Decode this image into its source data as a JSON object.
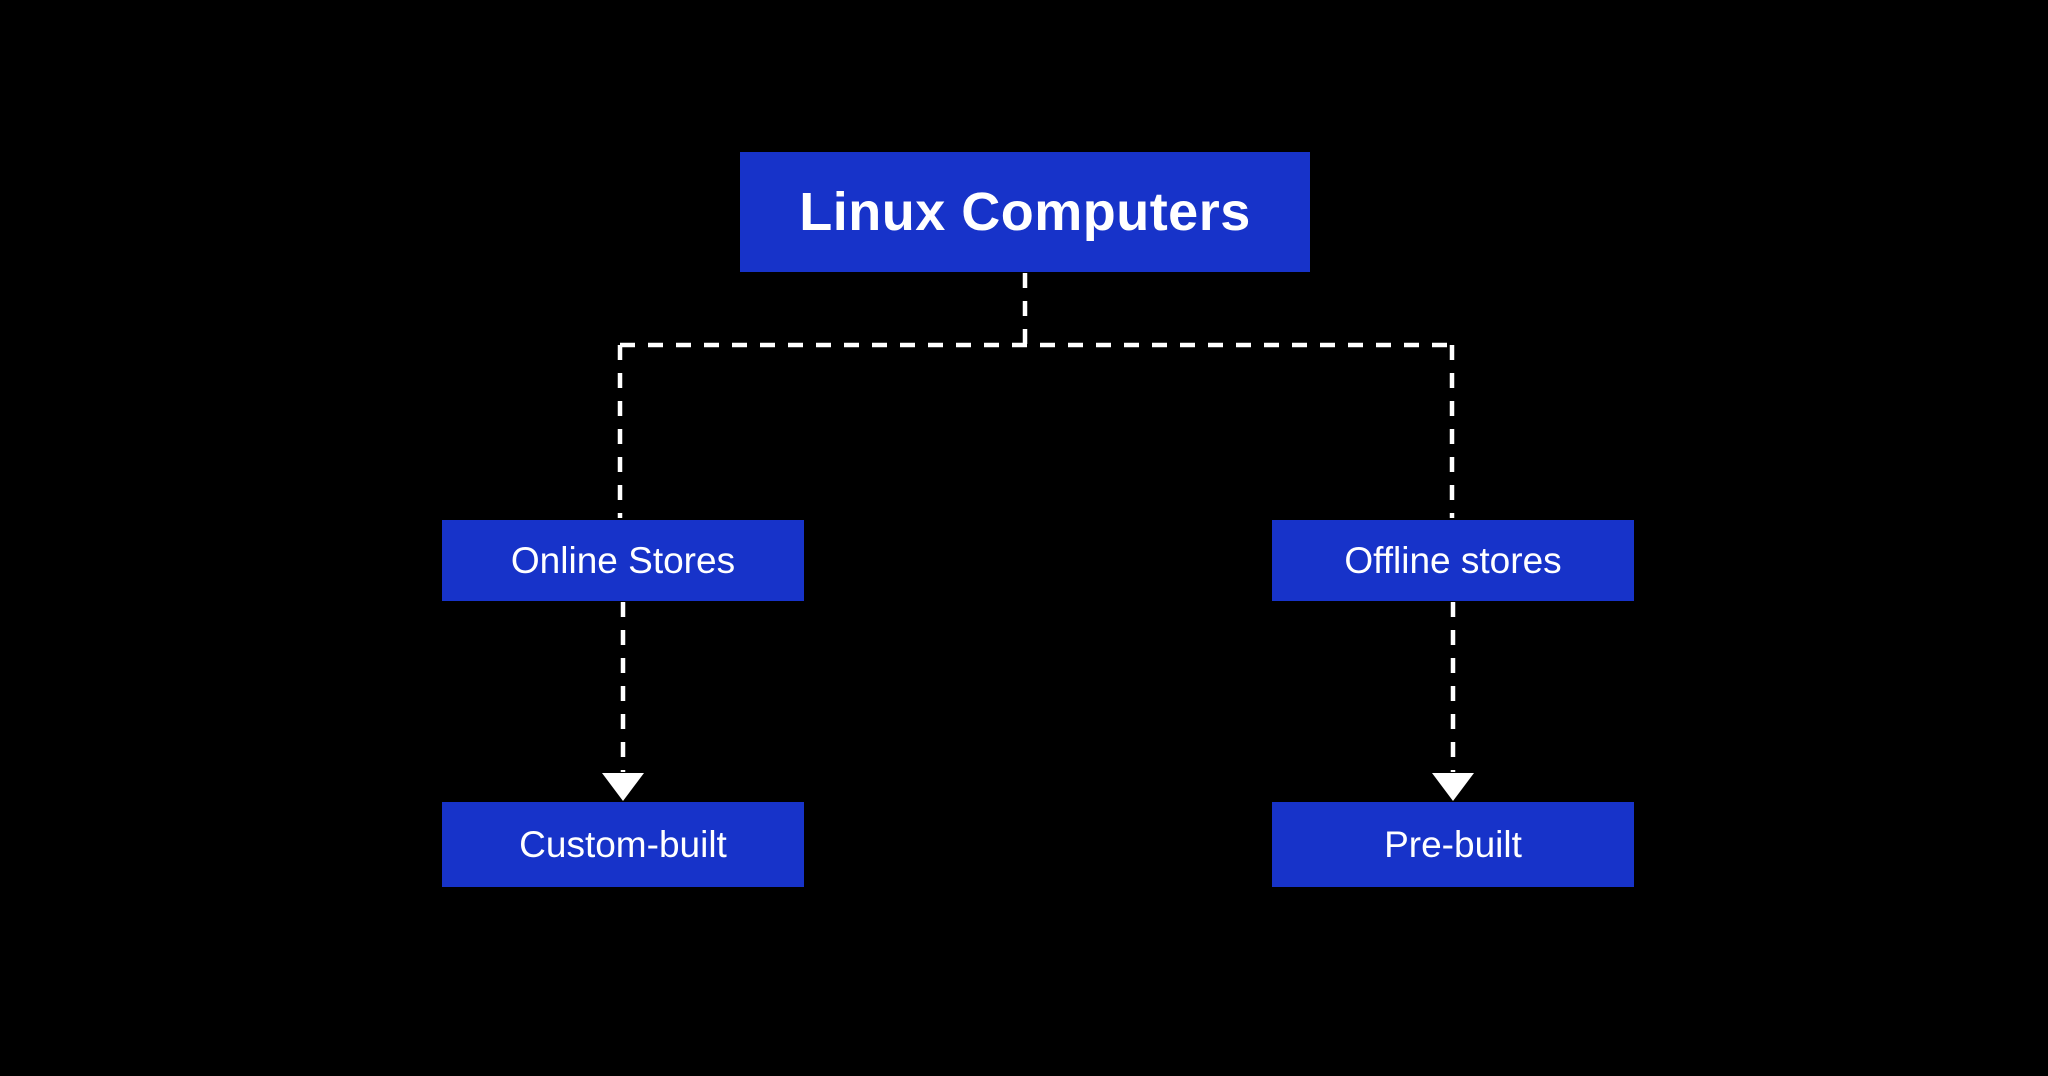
{
  "diagram": {
    "type": "flowchart",
    "nodes": {
      "root": {
        "label": "Linux Computers"
      },
      "online_stores": {
        "label": "Online Stores"
      },
      "offline_stores": {
        "label": "Offline stores"
      },
      "custom_built": {
        "label": "Custom-built"
      },
      "pre_built": {
        "label": "Pre-built"
      }
    },
    "edges": [
      {
        "from": "Linux Computers",
        "to": "Online Stores",
        "style": "dashed",
        "arrow": false
      },
      {
        "from": "Linux Computers",
        "to": "Offline stores",
        "style": "dashed",
        "arrow": false
      },
      {
        "from": "Online Stores",
        "to": "Custom-built",
        "style": "dashed",
        "arrow": true
      },
      {
        "from": "Offline stores",
        "to": "Pre-built",
        "style": "dashed",
        "arrow": true
      }
    ],
    "colors": {
      "background": "#000000",
      "node_fill": "#1733c9",
      "node_text": "#ffffff",
      "connector": "#ffffff"
    }
  }
}
